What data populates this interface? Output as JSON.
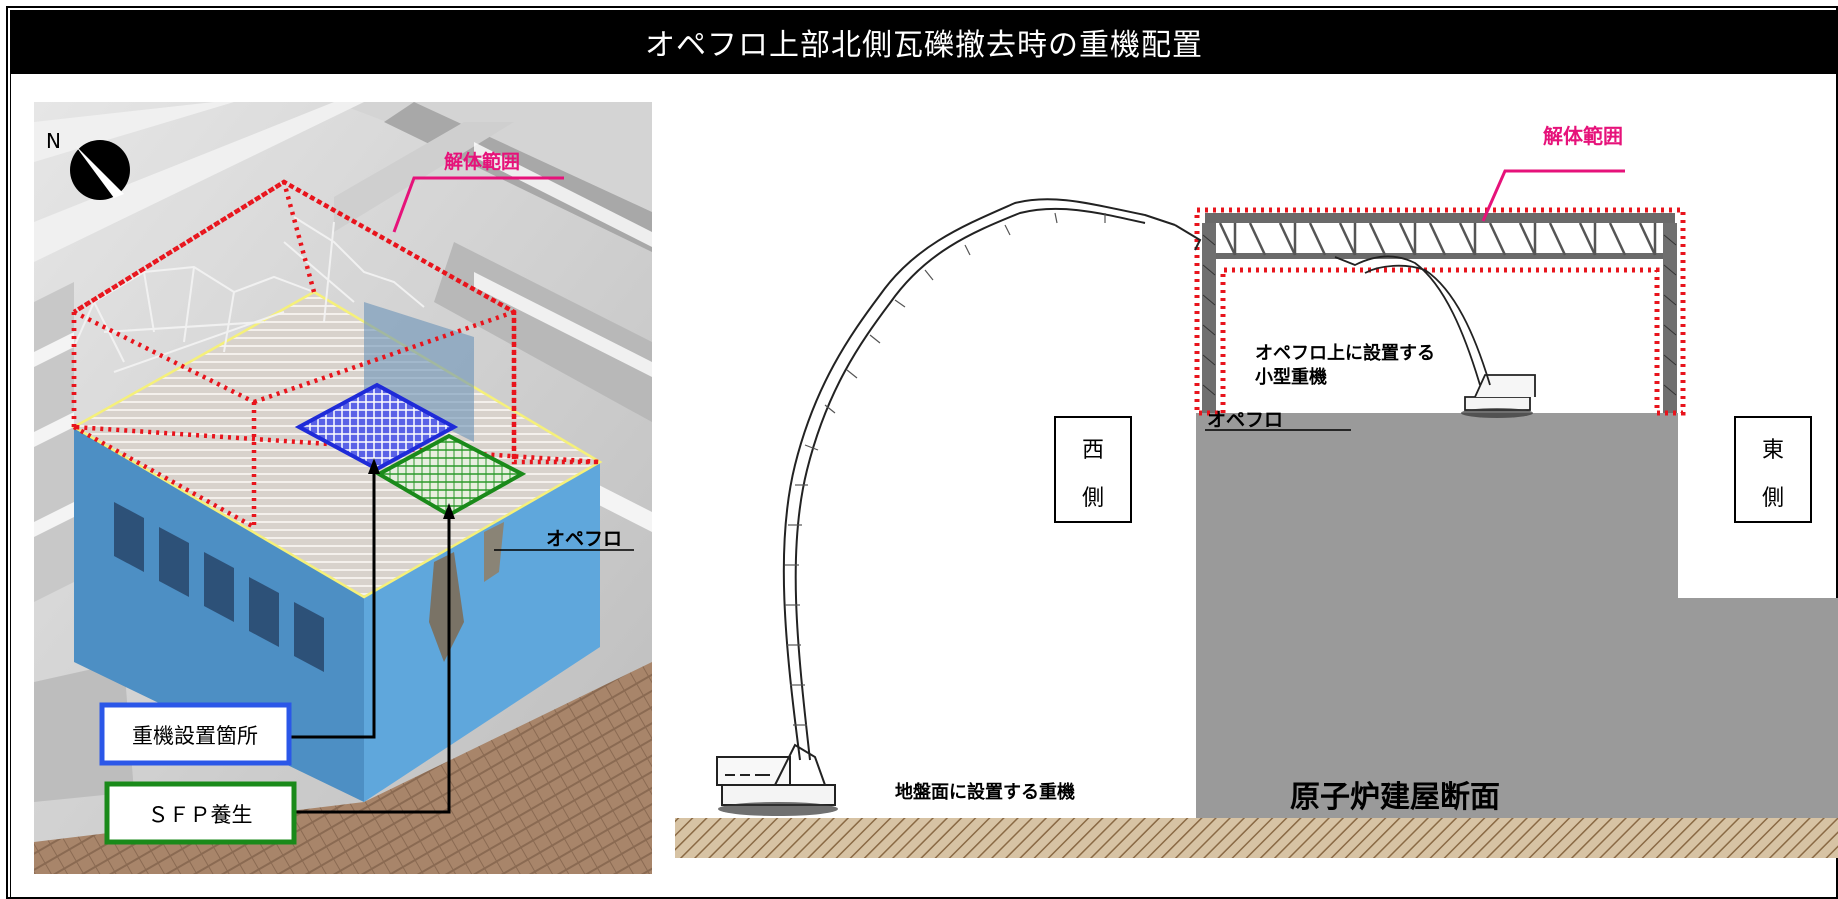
{
  "title": "オペフロ上部北側瓦礫撤去時の重機配置",
  "left_view": {
    "north_label": "N",
    "demolition_range_label": "解体範囲",
    "opeflo_label": "オペフロ",
    "equipment_location_label": "重機設置箇所",
    "sfp_protection_label": "ＳＦＰ養生",
    "colors": {
      "demolition_outline": "#e8141c",
      "equipment_area": "#1f2bd8",
      "sfp_area": "#1a8a1a",
      "leader_pink": "#e6127a",
      "opeflo_outline": "#f5f07a"
    }
  },
  "right_view": {
    "demolition_range_label": "解体範囲",
    "west_label_1": "西",
    "west_label_2": "側",
    "east_label_1": "東",
    "east_label_2": "側",
    "opeflo_label": "オペフロ",
    "small_machine_label_1": "オペフロ上に設置する",
    "small_machine_label_2": "小型重機",
    "ground_machine_label": "地盤面に設置する重機",
    "building_section_label": "原子炉建屋断面",
    "colors": {
      "building": "#9a9a9a",
      "ground_hatch": "#b08a62",
      "demolition_outline": "#e8141c",
      "leader_pink": "#e6127a"
    }
  }
}
